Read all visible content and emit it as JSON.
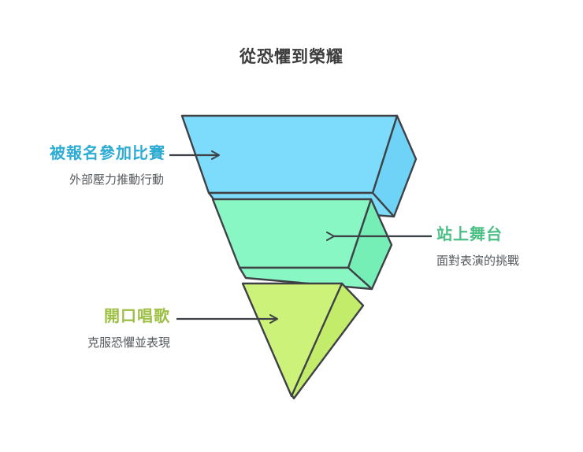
{
  "header": {
    "title": "從恐懼到榮耀"
  },
  "colors": {
    "stage_1_fill": "#7DDCFB",
    "stage_1_side": "#6FD3F7",
    "stage_1_text": "#2FACD4",
    "stage_2_fill": "#88F7C3",
    "stage_2_side": "#76EFB6",
    "stage_2_text": "#4CBF85",
    "stage_3_fill": "#CDF279",
    "stage_3_side": "#C2EC6A",
    "stage_3_text": "#9CBF44",
    "outline": "#3E4247",
    "connector": "#3E4247",
    "subtitle_text": "#555a5e",
    "title_text": "#3c3c3c",
    "background": "#ffffff"
  },
  "funnel": {
    "type": "inverted-funnel-3d",
    "orientation": "top-wide-to-bottom-tip",
    "stages": [
      {
        "index": 1,
        "label": "被報名參加比賽",
        "sublabel": "外部壓力推動行動",
        "color": "#7DDCFB",
        "label_side": "left",
        "connector": "arrow-right"
      },
      {
        "index": 2,
        "label": "站上舞台",
        "sublabel": "面對表演的挑戰",
        "color": "#88F7C3",
        "label_side": "right",
        "connector": "arrow-left"
      },
      {
        "index": 3,
        "label": "開口唱歌",
        "sublabel": "克服恐懼並表現",
        "color": "#CDF279",
        "label_side": "left",
        "connector": "arrow-right"
      }
    ]
  }
}
